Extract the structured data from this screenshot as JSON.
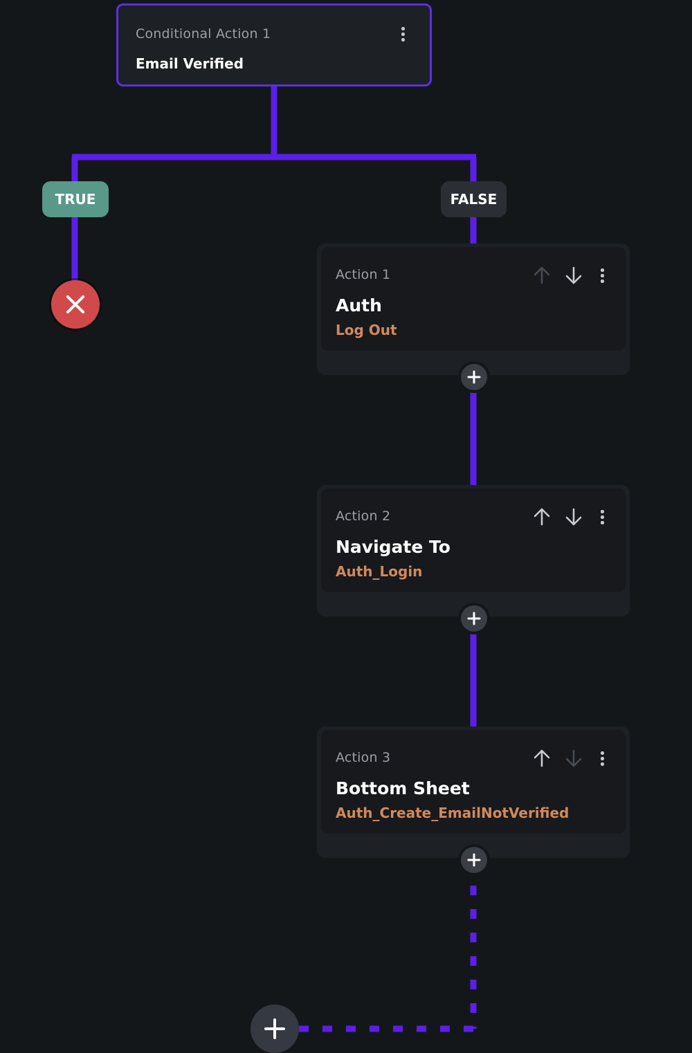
{
  "conditional": {
    "label": "Conditional Action 1",
    "title": "Email Verified"
  },
  "branches": {
    "true_label": "TRUE",
    "false_label": "FALSE"
  },
  "actions": [
    {
      "label": "Action 1",
      "title": "Auth",
      "detail": "Log Out",
      "move_up_enabled": false,
      "move_down_enabled": true
    },
    {
      "label": "Action 2",
      "title": "Navigate To",
      "detail": "Auth_Login",
      "move_up_enabled": true,
      "move_down_enabled": true
    },
    {
      "label": "Action 3",
      "title": "Bottom Sheet",
      "detail": "Auth_Create_EmailNotVerified",
      "move_up_enabled": true,
      "move_down_enabled": false
    }
  ],
  "icons": {
    "more": "more-vertical-icon",
    "up": "arrow-up-icon",
    "down": "arrow-down-icon",
    "add": "plus-icon",
    "terminate": "close-icon"
  },
  "colors": {
    "background": "#14171a",
    "connector": "#5b1fe8",
    "true_pill": "#58998a",
    "false_pill": "#2b2f35",
    "terminate": "#d14a4b",
    "detail_text": "#d18a5c",
    "arrow_enabled": "#c7cbd0",
    "arrow_disabled": "#474c53"
  }
}
